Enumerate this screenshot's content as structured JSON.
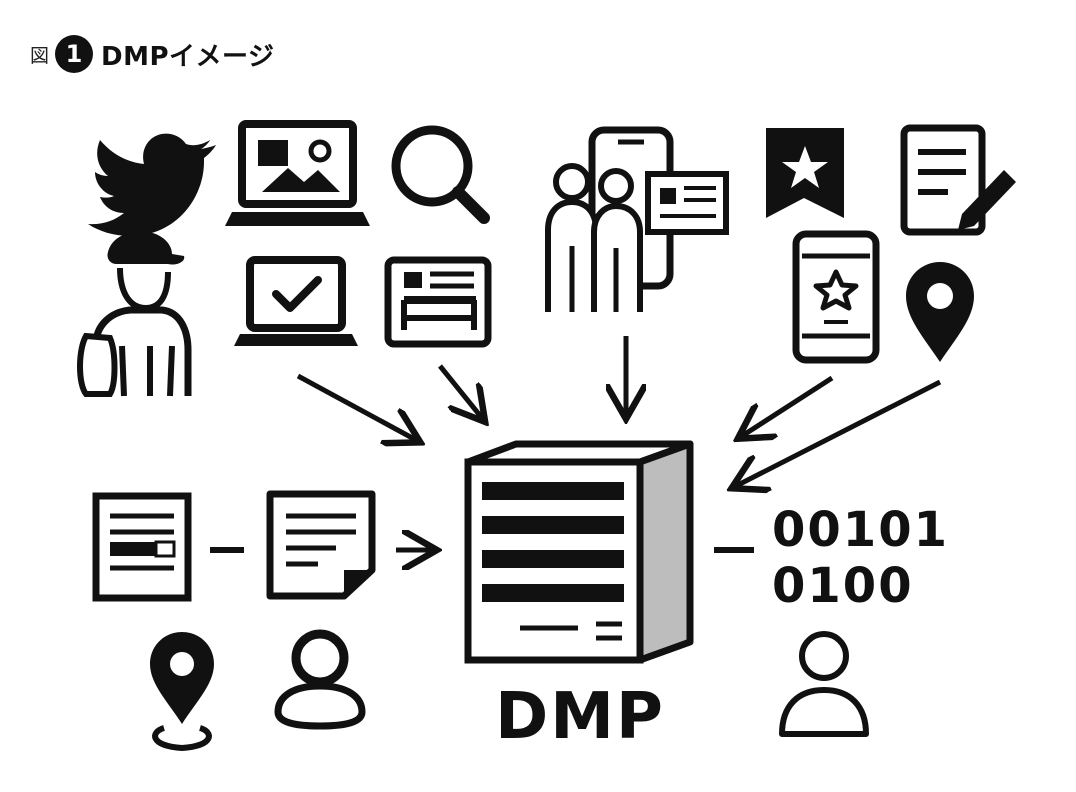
{
  "caption": {
    "figure_label": "図",
    "figure_number": "1",
    "title": "DMPイメージ"
  },
  "center": {
    "label": "DMP"
  },
  "binary": {
    "line1": "00101",
    "line2": "0100"
  },
  "icons": [
    "twitter-bird-icon",
    "laptop-image-icon",
    "magnifier-icon",
    "person-with-cap-icon",
    "laptop-check-icon",
    "hotel-bed-icon",
    "people-phone-icon",
    "bookmark-star-icon",
    "document-pen-icon",
    "phone-star-icon",
    "location-pin-icon",
    "document-list-icon",
    "document-note-icon",
    "map-pin-icon",
    "user-profile-icon",
    "user-outline-icon",
    "server-box-icon"
  ]
}
